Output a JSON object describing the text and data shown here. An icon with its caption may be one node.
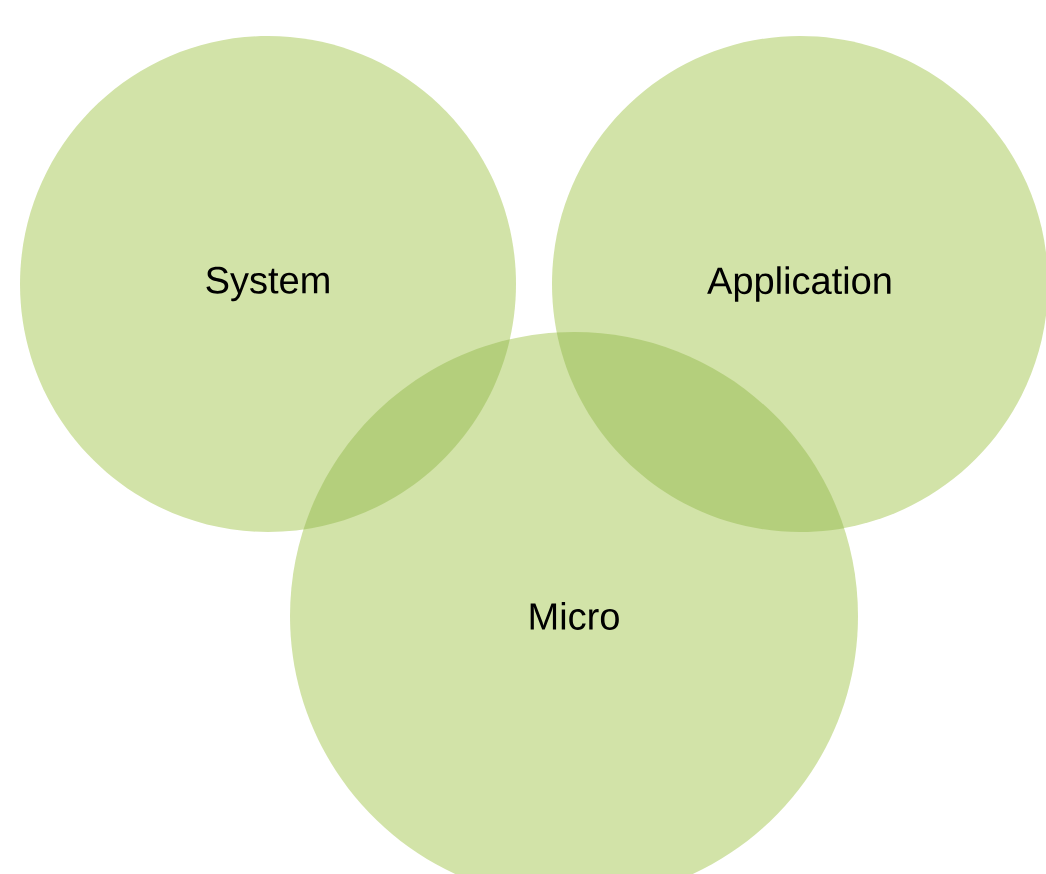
{
  "diagram": {
    "nodes": [
      {
        "text": [
          "System"
        ]
      },
      {
        "text": [
          "Application"
        ]
      },
      {
        "text": [
          "Micro"
        ]
      }
    ]
  }
}
